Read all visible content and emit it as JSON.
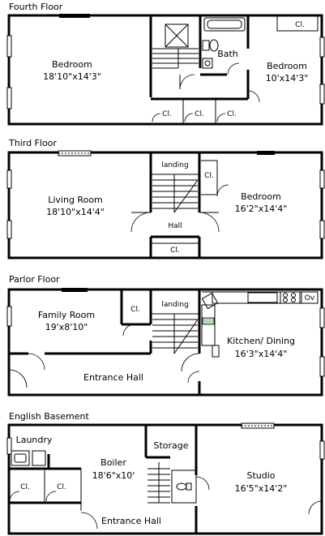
{
  "floors": {
    "fourth": {
      "title": "Fourth Floor",
      "rooms": {
        "bedroom_a": {
          "name": "Bedroom",
          "dim": "18'10\"x14'3\""
        },
        "bath": {
          "name": "Bath"
        },
        "bedroom_b": {
          "name": "Bedroom",
          "dim": "10'x14'3\""
        }
      },
      "closets": [
        "Cl.",
        "Cl.",
        "Cl.",
        "Cl."
      ]
    },
    "third": {
      "title": "Third Floor",
      "rooms": {
        "living": {
          "name": "Living Room",
          "dim": "18'10\"x14'4\""
        },
        "landing": {
          "name": "landing"
        },
        "hall": {
          "name": "Hall"
        },
        "bedroom": {
          "name": "Bedroom",
          "dim": "16'2\"x14'4\""
        }
      },
      "closets": [
        "Cl.",
        "Cl."
      ]
    },
    "parlor": {
      "title": "Parlor Floor",
      "rooms": {
        "family": {
          "name": "Family Room",
          "dim": "19'x8'10\""
        },
        "landing": {
          "name": "landing"
        },
        "kitchen": {
          "name": "Kitchen/ Dining",
          "dim": "16'3\"x14'4\""
        },
        "entrance": {
          "name": "Entrance Hall"
        }
      },
      "closets": [
        "Cl."
      ],
      "oven_label": "Ov"
    },
    "basement": {
      "title": "English Basement",
      "rooms": {
        "laundry": {
          "name": "Laundry"
        },
        "boiler": {
          "name": "Boiler",
          "dim": "18'6\"x10'"
        },
        "storage": {
          "name": "Storage"
        },
        "studio": {
          "name": "Studio",
          "dim": "16'5\"x14'2\""
        },
        "entrance": {
          "name": "Entrance Hall"
        }
      },
      "closets": [
        "Cl.",
        "Cl."
      ]
    }
  }
}
